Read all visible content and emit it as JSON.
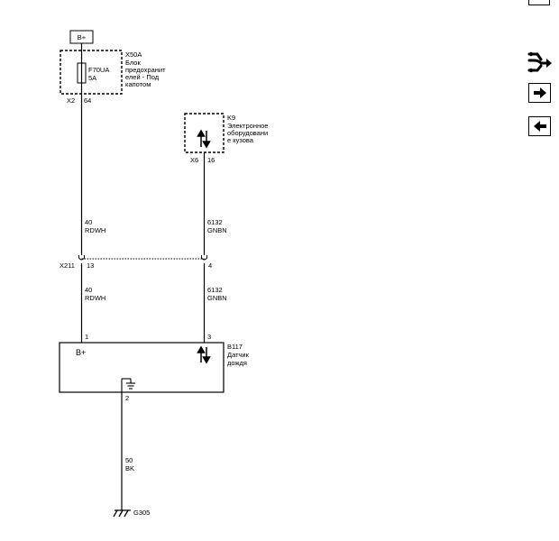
{
  "power_source": {
    "label": "B+"
  },
  "fuse_block": {
    "id": "X50A",
    "name_lines": [
      "Блок",
      "предохранит",
      "елей - Под",
      "капотом"
    ],
    "fuse_id": "F70UA",
    "fuse_rating": "5A",
    "connector": "X2",
    "pin": "64"
  },
  "body_module": {
    "id": "K9",
    "name_lines": [
      "Электронное",
      "оборудовани",
      "е кузова"
    ],
    "connector": "X6",
    "pin": "16"
  },
  "wires": {
    "upper_left": {
      "circuit": "40",
      "color": "RDWH"
    },
    "upper_right": {
      "circuit": "6132",
      "color": "GNBN"
    },
    "lower_left": {
      "circuit": "40",
      "color": "RDWH"
    },
    "lower_right": {
      "circuit": "6132",
      "color": "GNBN"
    },
    "ground": {
      "circuit": "50",
      "color": "BK"
    }
  },
  "inline_connector": {
    "id": "X211",
    "pin_left": "13",
    "pin_right": "4"
  },
  "sensor": {
    "id": "B117",
    "name_lines": [
      "Датчик",
      "дождя"
    ],
    "power_label": "B+",
    "pin_power": "1",
    "pin_data": "3",
    "pin_ground": "2"
  },
  "ground": {
    "id": "G305"
  },
  "nav": {
    "icons": [
      "connector-tree-icon",
      "arrow-right-icon",
      "arrow-left-icon"
    ]
  }
}
